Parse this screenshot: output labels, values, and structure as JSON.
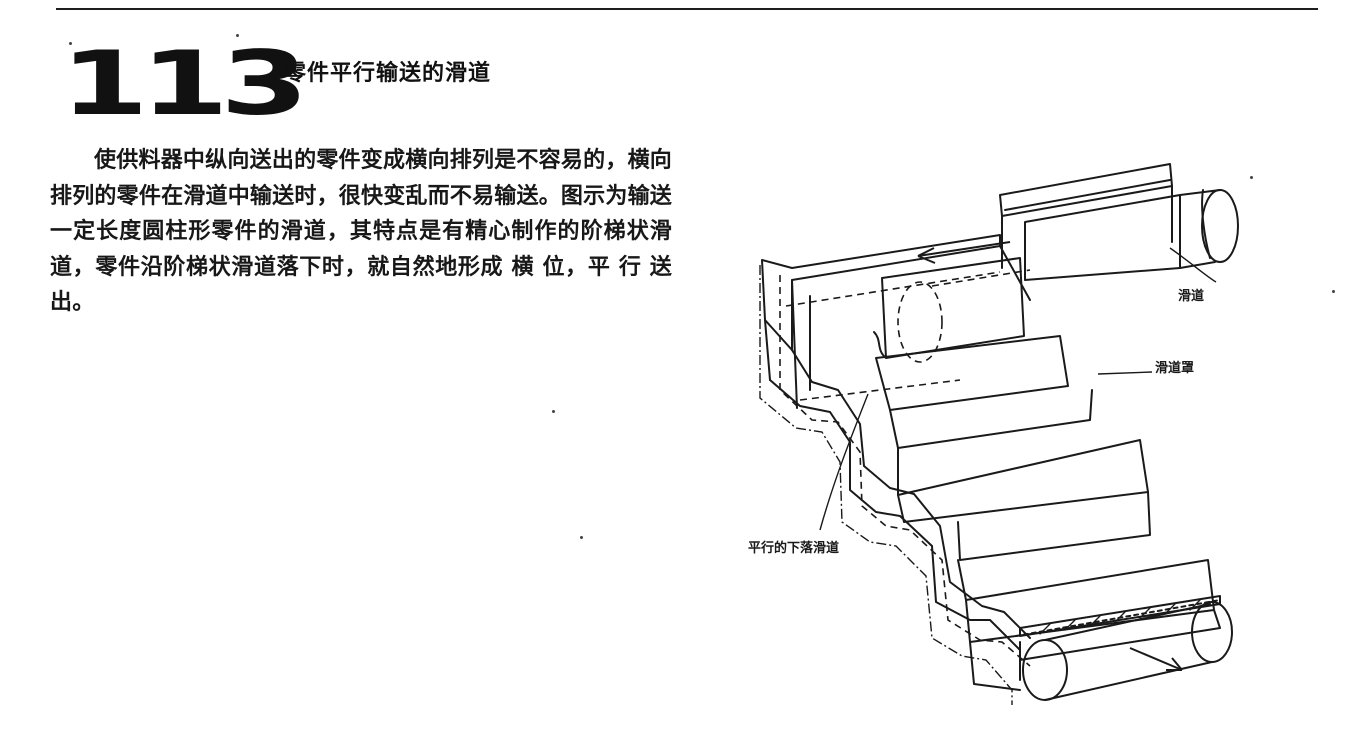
{
  "entry": {
    "number": "113",
    "title": "零件平行输送的滑道"
  },
  "body": {
    "paragraph": "使供料器中纵向送出的零件变成横向排列是不容易的，横向排列的零件在滑道中输送时，很快变乱而不易输送。图示为输送一定长度圆柱形零件的滑道，其特点是有精心制作的阶梯状滑道，零件沿阶梯状滑道落下时，就自然地形成 横 位，平 行 送出。"
  },
  "figure": {
    "labels": {
      "chute": "滑道",
      "chute_cover": "滑道罩",
      "parallel_drop_chute": "平行的下落滑道"
    }
  }
}
